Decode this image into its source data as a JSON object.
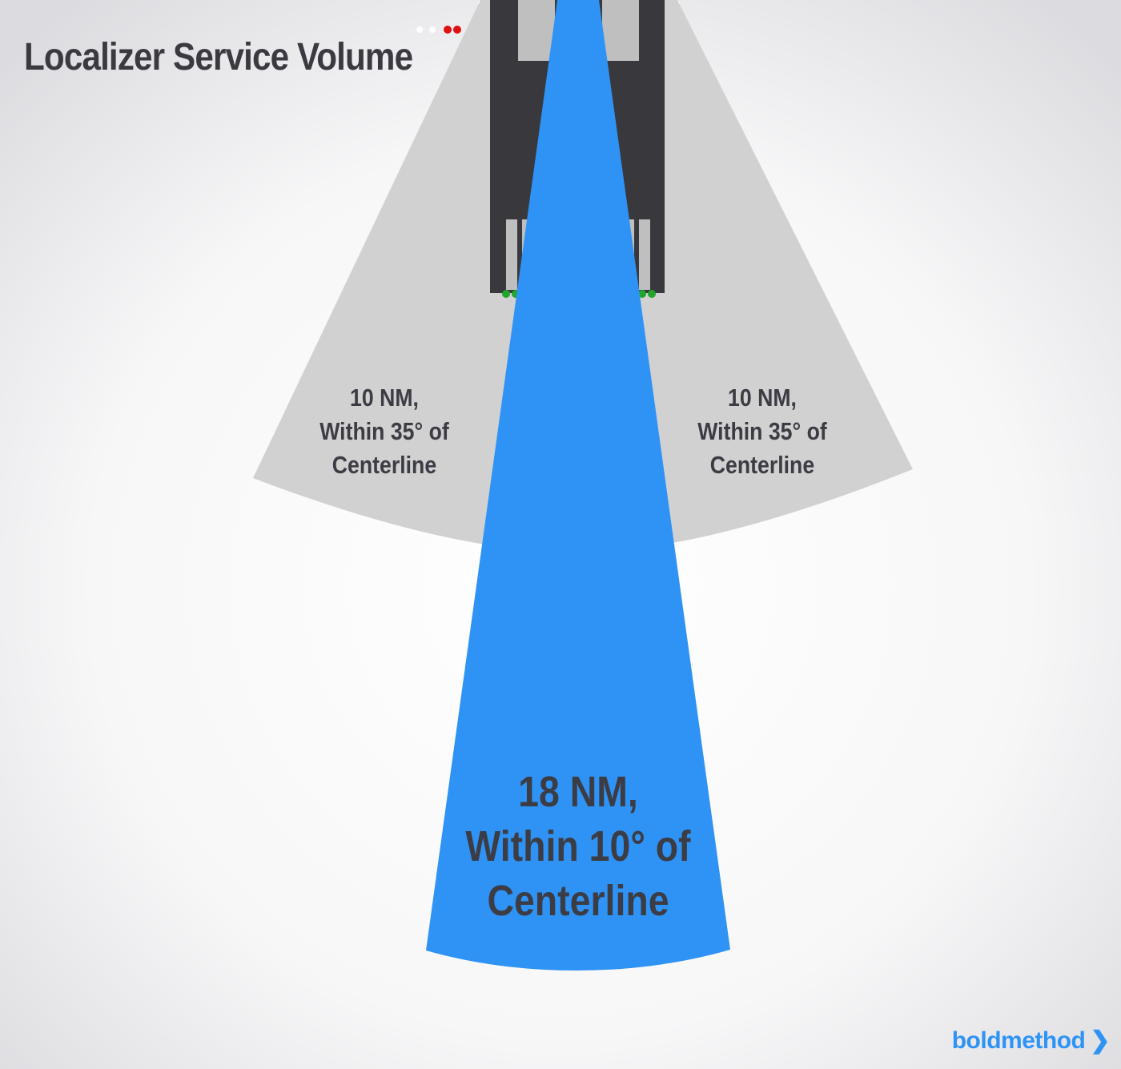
{
  "title": "Localizer Service Volume",
  "zones": {
    "side_left": {
      "line1": "10 NM,",
      "line2": "Within 35° of",
      "line3": "Centerline",
      "distance_nm": 10,
      "angle_deg": 35
    },
    "side_right": {
      "line1": "10 NM,",
      "line2": "Within 35° of",
      "line3": "Centerline",
      "distance_nm": 10,
      "angle_deg": 35
    },
    "center": {
      "line1": "18 NM,",
      "line2": "Within 10° of",
      "line3": "Centerline",
      "distance_nm": 18,
      "angle_deg": 10
    }
  },
  "brand": {
    "name": "boldmethod",
    "chevron": "❯"
  },
  "colors": {
    "title_text": "#3a3a40",
    "label_text": "#3c3c44",
    "sector_gray": "#d1d1d1",
    "beam_blue": "#2f93f5",
    "runway": "#38383d",
    "runway_marking": "#bfbfbf",
    "threshold_light": "#22a52a",
    "end_light": "#e01010",
    "brand_blue": "#2f93f5"
  }
}
